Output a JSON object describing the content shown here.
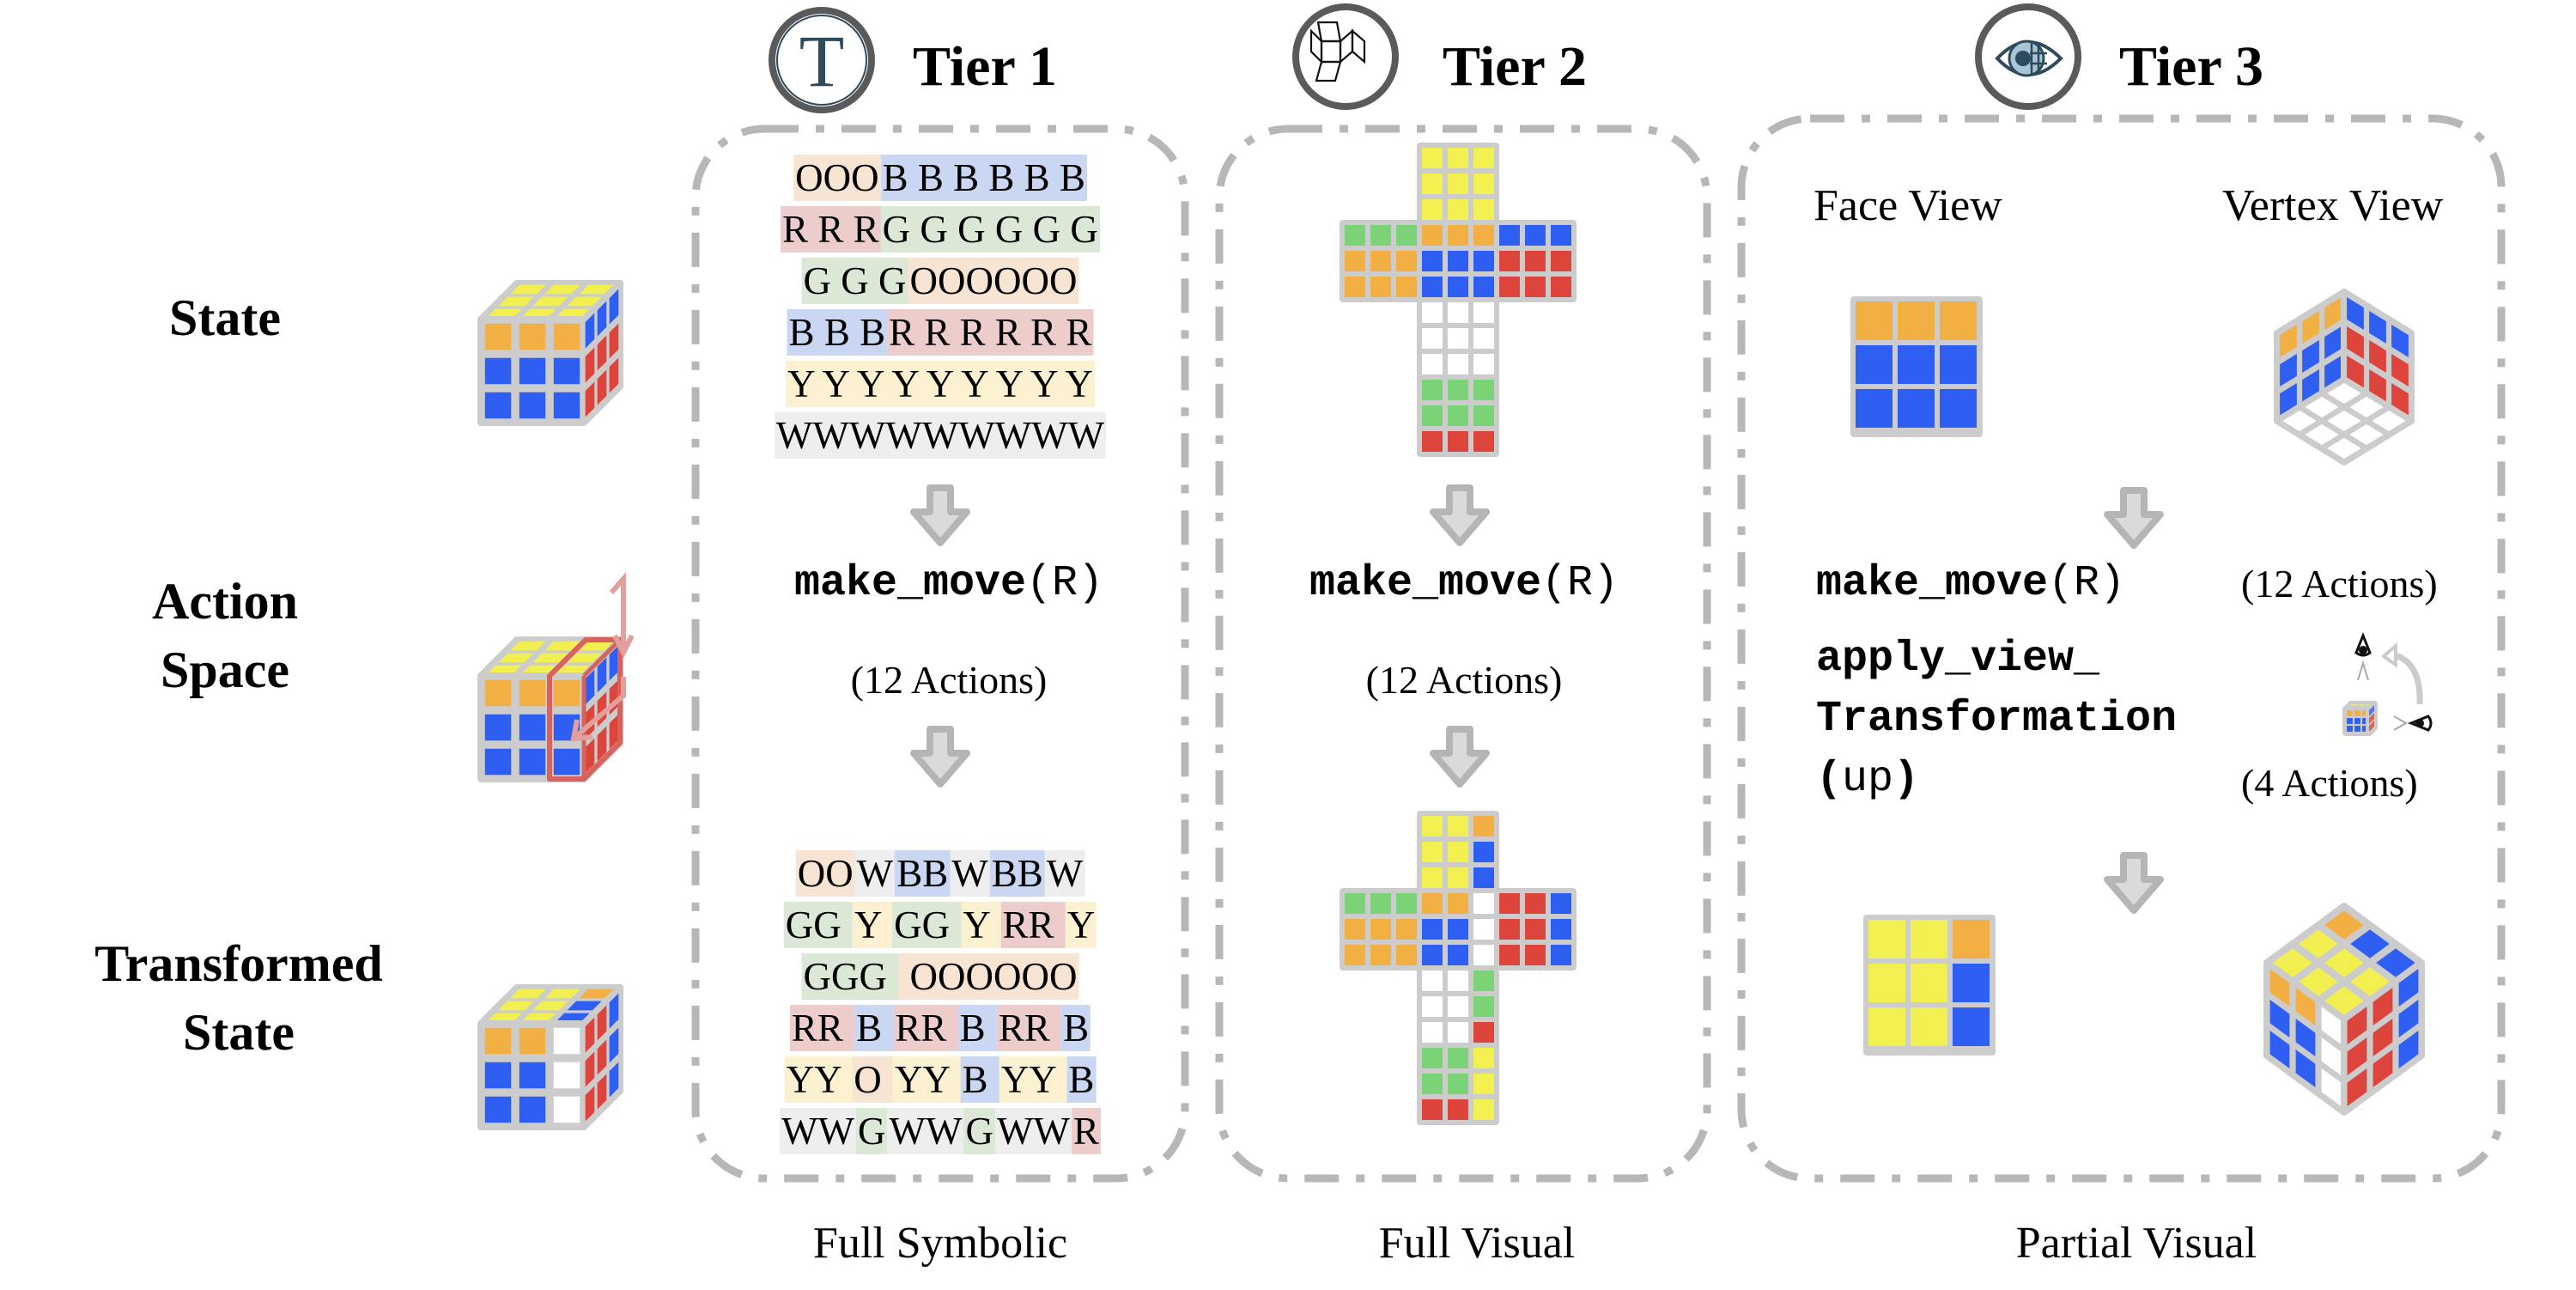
{
  "colors": {
    "Y": "#f2f050",
    "O": "#f2b044",
    "B": "#2f5ff2",
    "R": "#dc443c",
    "G": "#7cd276",
    "W": "#ffffff",
    "frame": "#cccccc",
    "dash": "#b7b7b7",
    "arrow_fill": "#dadada",
    "arrow_stroke": "#b5b5b5",
    "move_highlight": "#d9625c",
    "icon_dark": "#2e4a5e",
    "icon_eye_iris": "#a9c4d4"
  },
  "symbol_bg": {
    "O": "#f8e4d2",
    "B": "#c9d7f2",
    "R": "#eccdcc",
    "G": "#dbe8d6",
    "Y": "#fbf0cf",
    "W": "#eeeeee"
  },
  "row_labels": {
    "state": "State",
    "action_line1": "Action",
    "action_line2": "Space",
    "transformed_line1": "Transformed",
    "transformed_line2": "State"
  },
  "tiers": [
    {
      "icon": "letter-t-icon",
      "icon_glyph": "T",
      "title": "Tier 1",
      "caption": "Full Symbolic"
    },
    {
      "icon": "cube-net-icon",
      "title": "Tier 2",
      "caption": "Full Visual"
    },
    {
      "icon": "eye-icon",
      "title": "Tier 3",
      "caption": "Partial Visual"
    }
  ],
  "tier1": {
    "state_rows": [
      [
        [
          "O",
          "OOO"
        ],
        [
          "B",
          "B B B B B B"
        ]
      ],
      [
        [
          "R",
          "R R R"
        ],
        [
          "G",
          "G G G G G G"
        ]
      ],
      [
        [
          "G",
          "G G G"
        ],
        [
          "O",
          "OOOOOO"
        ]
      ],
      [
        [
          "B",
          "B B B"
        ],
        [
          "R",
          "R R R R R R"
        ]
      ],
      [
        [
          "Y",
          "Y Y Y Y Y Y Y Y Y"
        ]
      ],
      [
        [
          "W",
          "WWWWWWWWW"
        ]
      ]
    ],
    "transformed_rows": [
      [
        [
          "O",
          "OO"
        ],
        [
          "W",
          "W"
        ],
        [
          "B",
          "BB"
        ],
        [
          "W",
          "W"
        ],
        [
          "B",
          "BB"
        ],
        [
          "W",
          "W"
        ]
      ],
      [
        [
          "G",
          "GG "
        ],
        [
          "Y",
          "Y "
        ],
        [
          "G",
          "GG "
        ],
        [
          "Y",
          "Y "
        ],
        [
          "R",
          "RR "
        ],
        [
          "Y",
          "Y"
        ]
      ],
      [
        [
          "G",
          "GGG "
        ],
        [
          "O",
          " OOOOOO"
        ]
      ],
      [
        [
          "R",
          "RR "
        ],
        [
          "B",
          "B "
        ],
        [
          "R",
          "RR "
        ],
        [
          "B",
          "B "
        ],
        [
          "R",
          "RR "
        ],
        [
          "B",
          "B"
        ]
      ],
      [
        [
          "Y",
          "YY "
        ],
        [
          "O",
          "O "
        ],
        [
          "Y",
          "YY "
        ],
        [
          "B",
          "B "
        ],
        [
          "Y",
          "YY "
        ],
        [
          "B",
          "B"
        ]
      ],
      [
        [
          "W",
          "WW"
        ],
        [
          "G",
          "G"
        ],
        [
          "W",
          "WW"
        ],
        [
          "G",
          "G"
        ],
        [
          "W",
          "WW"
        ],
        [
          "R",
          "R"
        ]
      ]
    ],
    "move_func": "make_move",
    "move_arg": "(R)",
    "action_count": "(12 Actions)"
  },
  "tier2": {
    "state_net": {
      "U": [
        "YYY",
        "YYY",
        "YYY"
      ],
      "L": [
        "GGG",
        "OOO",
        "OOO"
      ],
      "F": [
        "OOO",
        "BBB",
        "BBB"
      ],
      "R": [
        "BBB",
        "RRR",
        "RRR"
      ],
      "D": [
        "WWW",
        "WWW",
        "WWW"
      ],
      "B": [
        "GGG",
        "GGG",
        "RRR"
      ]
    },
    "transformed_net": {
      "U": [
        "YYO",
        "YYB",
        "YYB"
      ],
      "L": [
        "GGG",
        "OOO",
        "OOO"
      ],
      "F": [
        "OOW",
        "BBW",
        "BBW"
      ],
      "R": [
        "RRB",
        "RRB",
        "RRB"
      ],
      "D": [
        "WWG",
        "WWG",
        "WWR"
      ],
      "B": [
        "GGY",
        "GGY",
        "RRY"
      ]
    },
    "move_func": "make_move",
    "move_arg": "(R)",
    "action_count": "(12 Actions)"
  },
  "tier3": {
    "face_view_label": "Face View",
    "vertex_view_label": "Vertex View",
    "face_view_state": [
      "OOO",
      "BBB",
      "BBB"
    ],
    "face_view_transformed": [
      "YYO",
      "YYB",
      "YYB"
    ],
    "vertex_view_state": {
      "left": [
        "OOO",
        "BBB",
        "BBB"
      ],
      "right": [
        "BBB",
        "RRR",
        "RRR"
      ],
      "bottom": [
        "WWW",
        "WWW",
        "WWW"
      ]
    },
    "vertex_view_transformed": {
      "top": [
        "YYO",
        "YYB",
        "YYB"
      ],
      "left": [
        "OOW",
        "BBW",
        "BBW"
      ],
      "right": [
        "RRB",
        "RRB",
        "RRB"
      ]
    },
    "move_func": "make_move",
    "move_arg": "(R)",
    "move_count": "(12 Actions)",
    "view_func_line1": "apply_view_",
    "view_func_line2": "Transformation",
    "view_arg_open": "(",
    "view_arg": "up",
    "view_arg_close": ")",
    "view_count": "(4 Actions)"
  },
  "left_cubes": {
    "state": {
      "top": [
        "YYY",
        "YYY",
        "YYY"
      ],
      "front": [
        "OOO",
        "BBB",
        "BBB"
      ],
      "right": [
        "BBB",
        "RRR",
        "RRR"
      ]
    },
    "action": {
      "top": [
        "YYY",
        "YYY",
        "YYY"
      ],
      "front": [
        "OOO",
        "BBB",
        "BBB"
      ],
      "right": [
        "BBB",
        "RRR",
        "RRR"
      ]
    },
    "transformed": {
      "top": [
        "YYO",
        "YYB",
        "YYB"
      ],
      "front": [
        "OOW",
        "BBW",
        "BBW"
      ],
      "right": [
        "RRB",
        "RRB",
        "RRB"
      ]
    }
  }
}
